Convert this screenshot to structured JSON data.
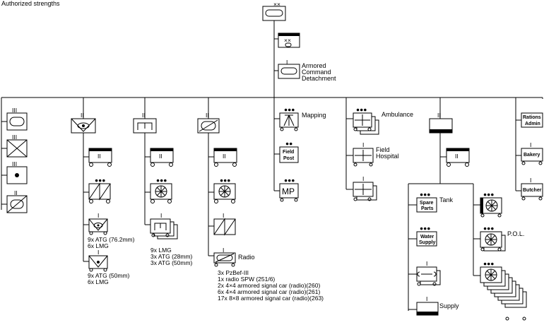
{
  "title": "Authorized strengths",
  "hq": {
    "echelon": "××",
    "staff_echelon": "××"
  },
  "armored_command": [
    "Armored",
    "Command",
    "Detachment"
  ],
  "mapping_label": "Mapping",
  "field_post_label": [
    "Field",
    "Post"
  ],
  "mp_label": "MP",
  "ambulance_label": "Ambulance",
  "field_hospital_label": [
    "Field",
    "Hospital"
  ],
  "rations_label": [
    "Rations",
    "Admin"
  ],
  "bakery_label": "Bakery",
  "butcher_label": "Butcher",
  "spare_parts_label": [
    "Spare",
    "Parts"
  ],
  "tank_label": "Tank",
  "water_supply_label": [
    "Water",
    "Supply"
  ],
  "pol_label": "P.O.L.",
  "supply_label": "Supply",
  "radio_label": "Radio",
  "antitank_heavy_notes": [
    "9x ATG (76.2mm)",
    "6x LMG"
  ],
  "antitank_light_notes": [
    "9x ATG (50mm)",
    "6x LMG"
  ],
  "engineer_notes": [
    "9x LMG",
    "3x ATG (28mm)",
    "3x ATG (50mm)"
  ],
  "signal_notes": [
    "3x PzBef-III",
    "1x radio SPW (251/6)",
    "2x 4×4 armored signal car (radio)(260)",
    "6x 4×4 armored signal car (radio)(261)",
    "17x 8×8 armored signal car (radio)(263)"
  ],
  "echelon_marks": {
    "regiment": "III",
    "battalion": "II",
    "company": "I",
    "platoon": "●●●",
    "section": "●●"
  }
}
